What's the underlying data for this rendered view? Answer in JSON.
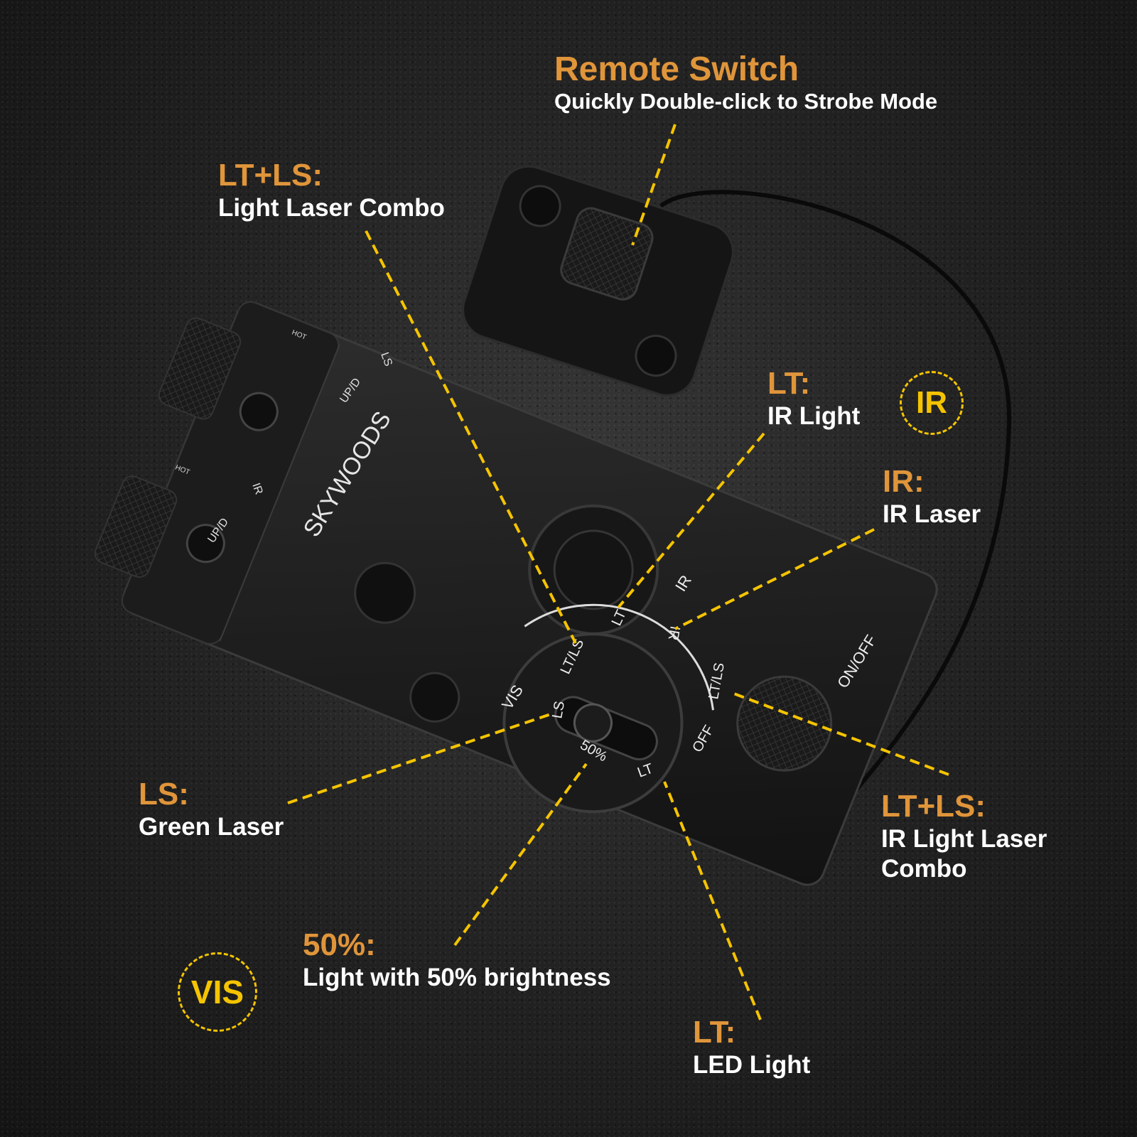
{
  "labels": {
    "remote": {
      "heading": "Remote Switch",
      "desc": "Quickly Double-click to Strobe Mode"
    },
    "ltls_top": {
      "heading": "LT+LS:",
      "desc": "Light Laser Combo"
    },
    "lt_ir": {
      "heading": "LT:",
      "desc": "IR Light"
    },
    "ir": {
      "heading": "IR:",
      "desc": "IR Laser"
    },
    "ls": {
      "heading": "LS:",
      "desc": "Green Laser"
    },
    "ltls_right": {
      "heading": "LT+LS:",
      "desc_line1": "IR Light Laser",
      "desc_line2": "Combo"
    },
    "fifty": {
      "heading": "50%:",
      "desc": "Light with 50% brightness"
    },
    "lt_led": {
      "heading": "LT:",
      "desc": "LED Light"
    }
  },
  "badges": {
    "ir": "IR",
    "vis": "VIS"
  },
  "device": {
    "brand": "SKYWOODS",
    "dial": {
      "vis_mark": "VIS",
      "ir_mark": "IR",
      "pos_ltls_left": "LT/LS",
      "pos_ls": "LS",
      "pos_50": "50%",
      "pos_lt_bottom": "LT",
      "pos_off": "OFF",
      "pos_ltls_right": "LT/LS",
      "pos_ir": "IR",
      "pos_lt_top": "LT"
    },
    "knob_top_marks": {
      "updown": "UP/D",
      "mode": "LS"
    },
    "knob_bottom_marks": {
      "updown": "UP/D",
      "mode": "IR"
    },
    "warning": "HOT",
    "power_button": "ON/OFF"
  },
  "colors": {
    "accent": "#e0953a",
    "badge": "#f5c400",
    "leader": "#f5c400",
    "text": "#ffffff"
  }
}
